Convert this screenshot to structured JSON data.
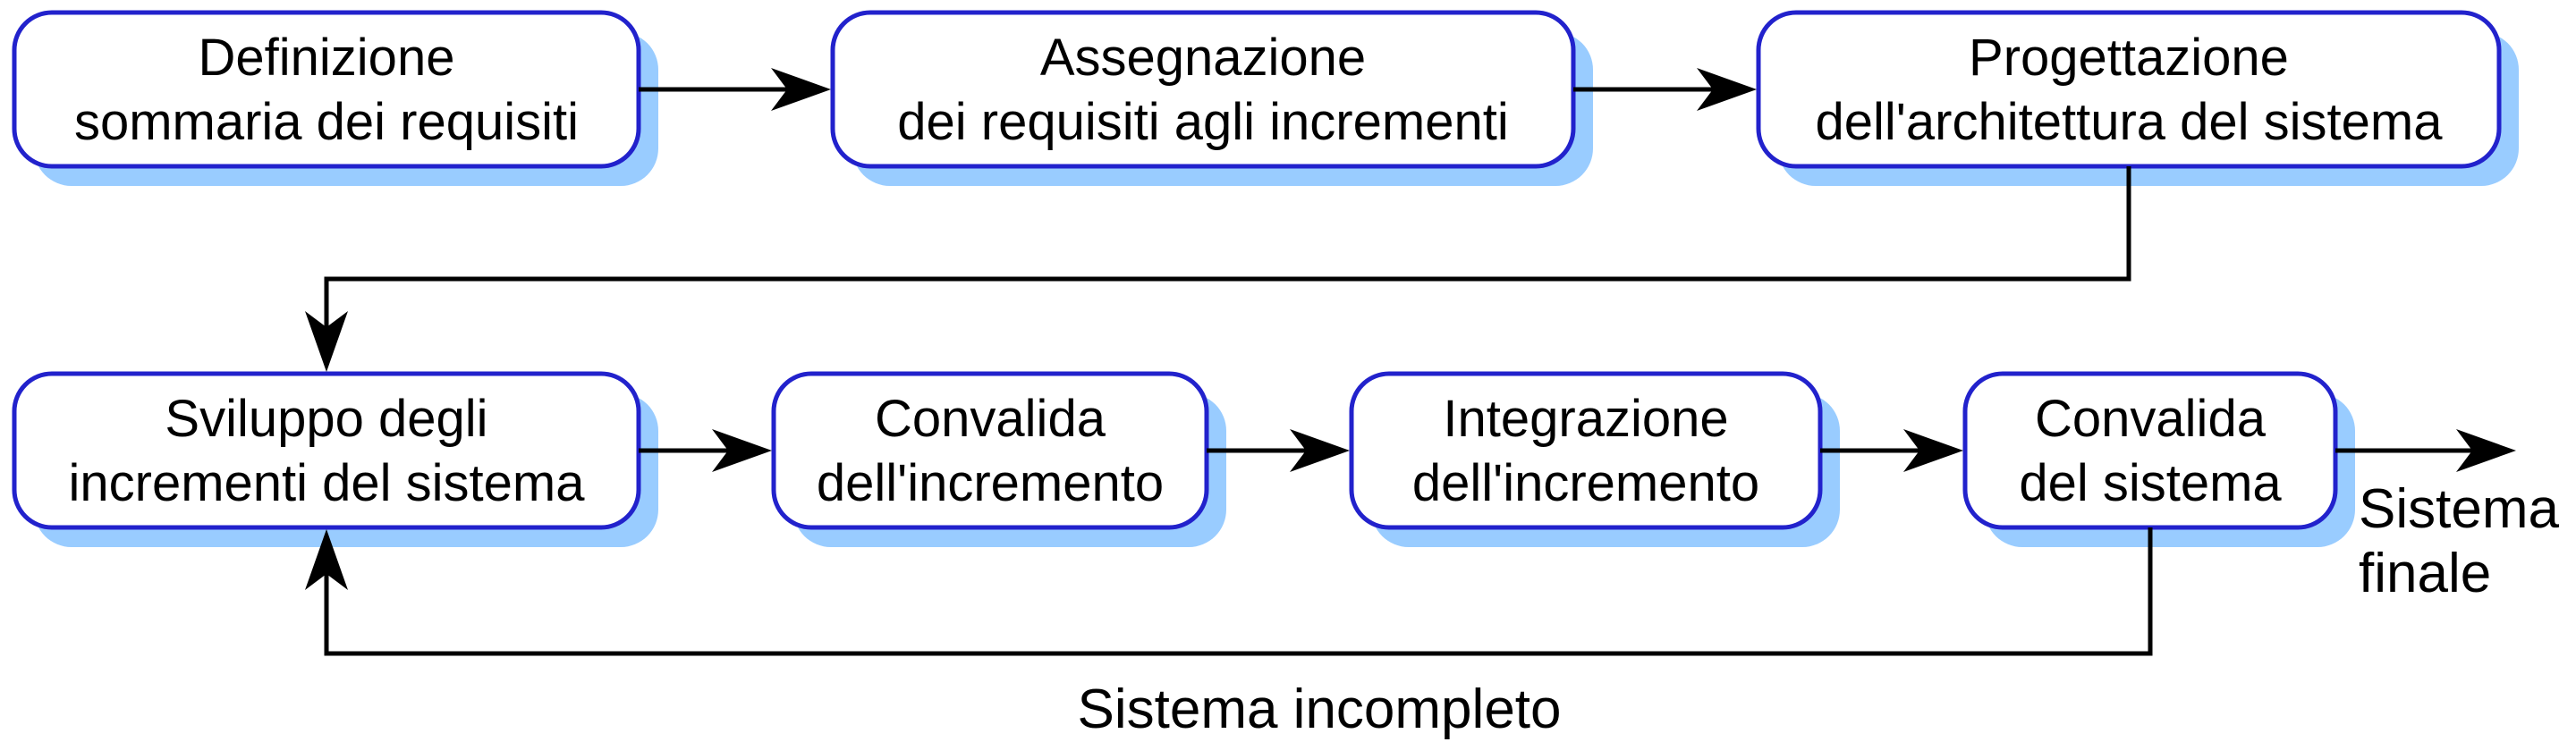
{
  "steps": [
    {
      "id": "definizione",
      "line1": "Definizione",
      "line2": "sommaria dei requisiti"
    },
    {
      "id": "assegnazione",
      "line1": "Assegnazione",
      "line2": "dei requisiti agli incrementi"
    },
    {
      "id": "progettazione",
      "line1": "Progettazione",
      "line2": "dell'architettura del sistema"
    },
    {
      "id": "sviluppo",
      "line1": "Sviluppo degli",
      "line2": "incrementi del sistema"
    },
    {
      "id": "convalida-incremento",
      "line1": "Convalida",
      "line2": "dell'incremento"
    },
    {
      "id": "integrazione",
      "line1": "Integrazione",
      "line2": "dell'incremento"
    },
    {
      "id": "convalida-sistema",
      "line1": "Convalida",
      "line2": "del sistema"
    }
  ],
  "labels": {
    "output_line1": "Sistema",
    "output_line2": "finale",
    "loop": "Sistema incompleto"
  },
  "colors": {
    "box_border": "#2222cc",
    "box_shadow": "#99ccff",
    "connector": "#000000"
  }
}
